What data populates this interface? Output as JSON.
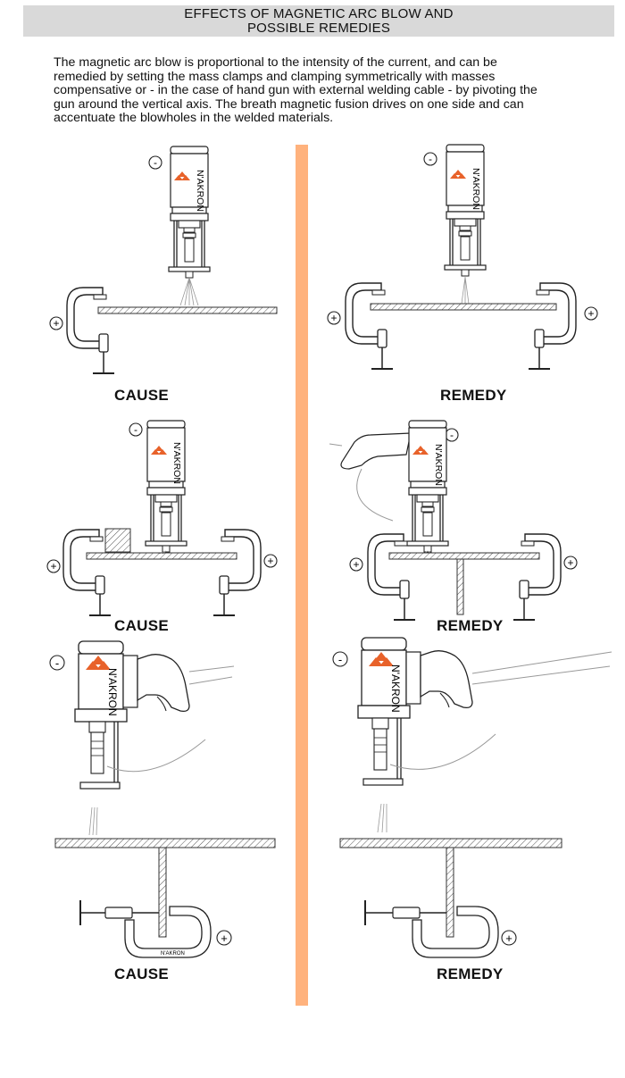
{
  "header": {
    "title_line1": "EFFECTS OF MAGNETIC ARC BLOW AND",
    "title_line2": "POSSIBLE REMEDIES"
  },
  "intro": {
    "line1": "The magnetic arc blow is proportional to the intensity of the current, and can be",
    "line2": "remedied by setting the mass clamps and clamping symmetrically with masses",
    "line3": "compensative or - in the case of hand gun with external welding cable - by pivoting the",
    "line4": "gun around the vertical axis. The breath magnetic fusion drives on one side and can",
    "line5": "accentuate the blowholes in the welded materials."
  },
  "brand": {
    "name": "N'AKRON",
    "accent": "#e8622a",
    "divider_color": "#ffb27d"
  },
  "symbols": {
    "minus": "-",
    "plus": "+"
  },
  "panels": [
    {
      "caption": "CAUSE"
    },
    {
      "caption": "REMEDY"
    },
    {
      "caption": "CAUSE"
    },
    {
      "caption": "REMEDY"
    },
    {
      "caption": "CAUSE"
    },
    {
      "caption": "REMEDY"
    }
  ]
}
